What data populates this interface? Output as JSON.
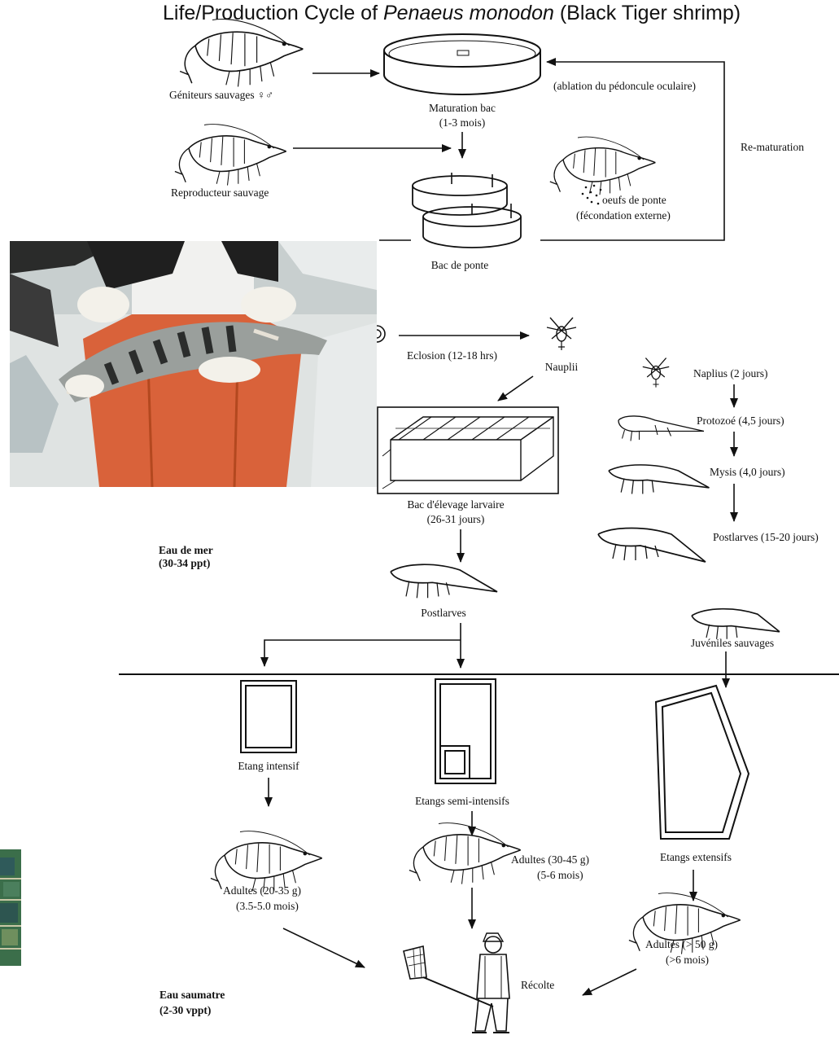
{
  "title": {
    "prefix": "Life/Production Cycle of ",
    "species": "Penaeus monodon",
    "suffix": " (Black Tiger shrimp)"
  },
  "labels": {
    "geniteurs": "Géniteurs sauvages ♀♂",
    "maturation": "Maturation bac",
    "maturation_duree": "(1-3 mois)",
    "ablation": "(ablation du pédoncule oculaire)",
    "rematuration": "Re-maturation",
    "reproducteur": "Reproducteur sauvage",
    "oeufs": "oeufs de ponte",
    "fecondation": "(fécondation externe)",
    "bac_ponte": "Bac de ponte",
    "eclosion": "Eclosion (12-18 hrs)",
    "nauplii": "Nauplii",
    "naplius": "Naplius (2 jours)",
    "protozoe": "Protozoé (4,5 jours)",
    "mysis": "Mysis (4,0 jours)",
    "postlarves_stage": "Postlarves (15-20 jours)",
    "bac_elevage": "Bac d'élevage larvaire",
    "bac_elevage_duree": "(26-31 jours)",
    "eau_mer": "Eau de mer",
    "eau_mer_ppt": "(30-34 ppt)",
    "postlarves": "Postlarves",
    "juveniles": "Juvéniles sauvages",
    "etang_intensif": "Etang intensif",
    "etangs_semi": "Etangs semi-intensifs",
    "etangs_extensifs": "Etangs extensifs",
    "adultes_intensif": "Adultes  (20-35 g)",
    "adultes_intensif_duree": "(3.5-5.0 mois)",
    "adultes_semi": "Adultes  (30-45 g)",
    "adultes_semi_duree": "(5-6 mois)",
    "adultes_ext": "Adultes  (> 50 g)",
    "adultes_ext_duree": "(>6 mois)",
    "eau_saumatre": "Eau saumatre",
    "eau_saumatre_ppt": "(2-30 vppt)",
    "recolte": "Récolte"
  },
  "colors": {
    "line": "#111111",
    "apron": "#d9623a",
    "pond_green": "#3b6e4a"
  }
}
